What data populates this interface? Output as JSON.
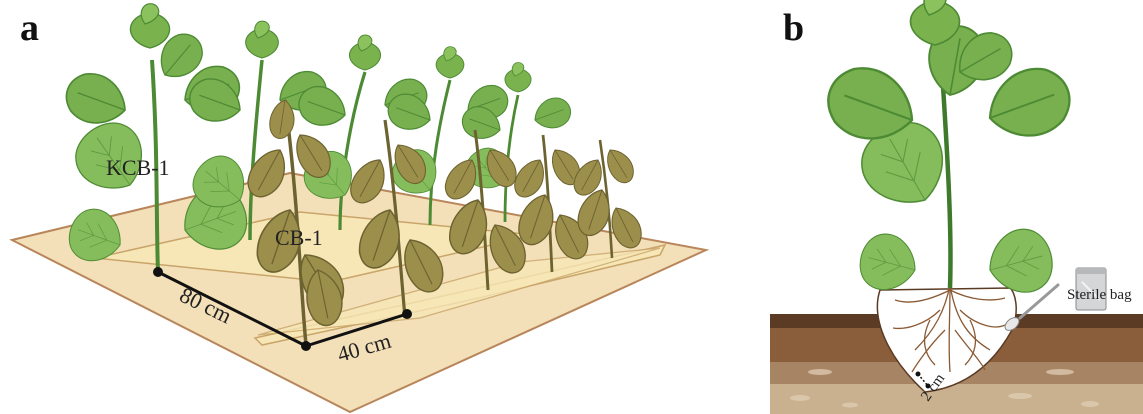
{
  "panels": {
    "a": {
      "letter": "a",
      "labels": {
        "resistant": "KCB-1",
        "susceptible": "CB-1",
        "row_spacing": "80 cm",
        "plant_spacing": "40 cm"
      }
    },
    "b": {
      "letter": "b",
      "labels": {
        "bag": "Sterile bag",
        "depth": "2 cm"
      }
    }
  },
  "colors": {
    "field": "#f3dfb8",
    "field_border": "#b8865a",
    "leaf_green": "#6fa84a",
    "leaf_dark": "#3f7a2c",
    "leaf_wilted": "#9a8a45",
    "soil_top": "#5b3b24",
    "soil_mid": "#8a5e3b",
    "soil_low": "#b99a78"
  }
}
